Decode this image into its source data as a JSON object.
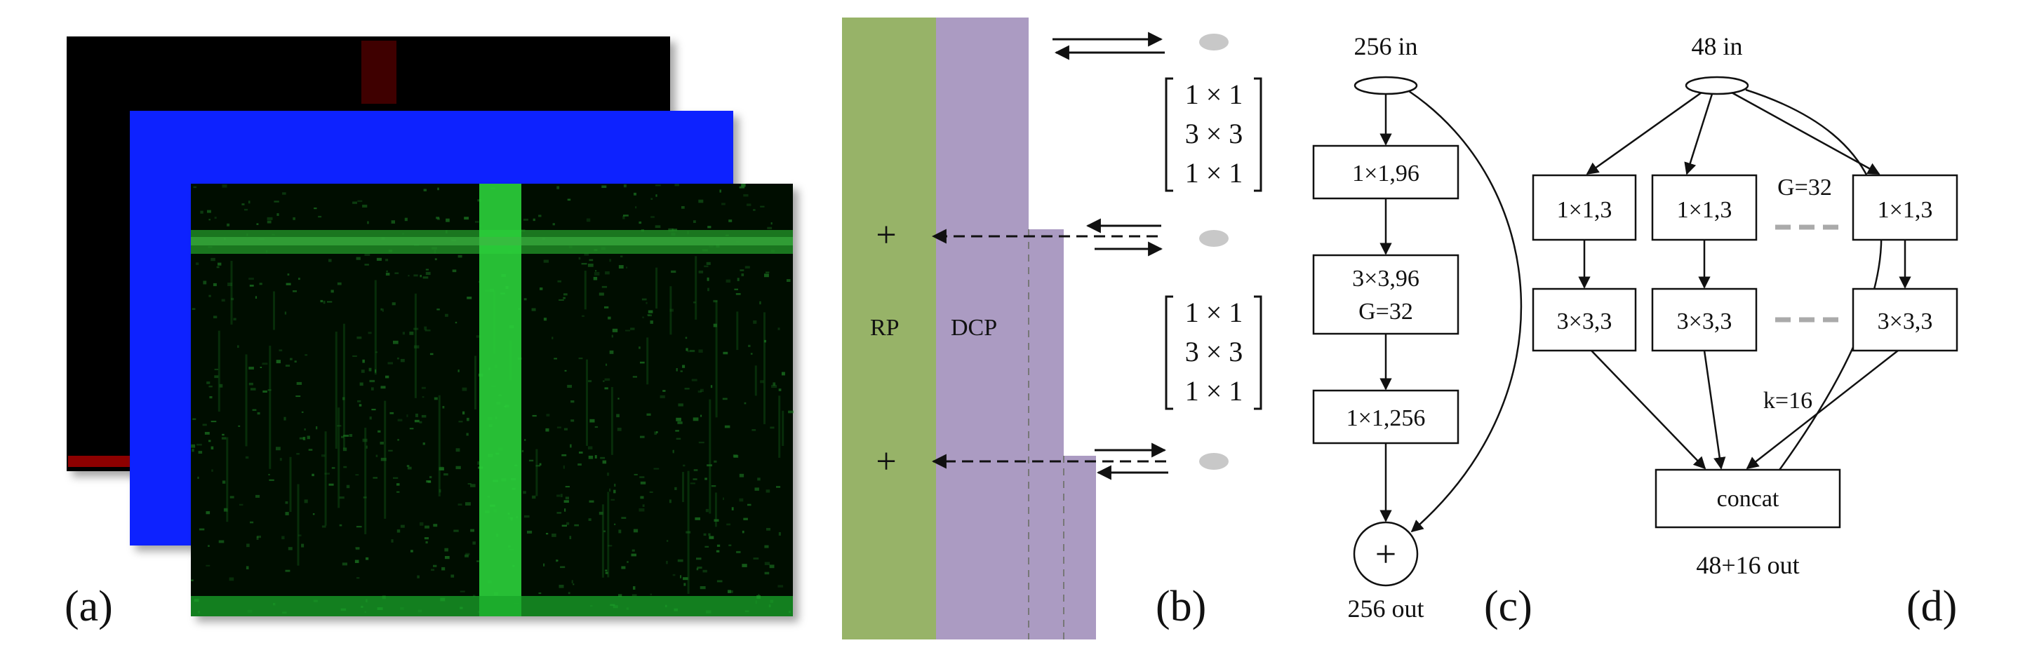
{
  "panel_a": {
    "label": "(a)",
    "channel_colors": {
      "red": "#ff2a1a",
      "blue": "#1020ff",
      "green": "#22e03a"
    }
  },
  "panel_b": {
    "label": "(b)",
    "rp_label": "RP",
    "dcp_label": "DCP",
    "matrix_rows": [
      "1 × 1",
      "3 × 3",
      "1 × 1"
    ],
    "plus_symbol": "+",
    "colors": {
      "rp": "#97b368",
      "dcp": "#ab9bc2",
      "dot": "#c8c8c8"
    }
  },
  "panel_c": {
    "label": "(c)",
    "input_label": "256 in",
    "output_label": "256 out",
    "boxes": [
      {
        "lines": [
          "1×1,96"
        ]
      },
      {
        "lines": [
          "3×3,96",
          "G=32"
        ]
      },
      {
        "lines": [
          "1×1,256"
        ]
      }
    ],
    "sum_symbol": "+"
  },
  "panel_d": {
    "label": "(d)",
    "input_label": "48 in",
    "group_label": "G=32",
    "growth_label": "k=16",
    "first_layer": [
      "1×1,3",
      "1×1,3",
      "1×1,3"
    ],
    "second_layer": [
      "3×3,3",
      "3×3,3",
      "3×3,3"
    ],
    "concat_label": "concat",
    "output_label": "48+16 out"
  }
}
